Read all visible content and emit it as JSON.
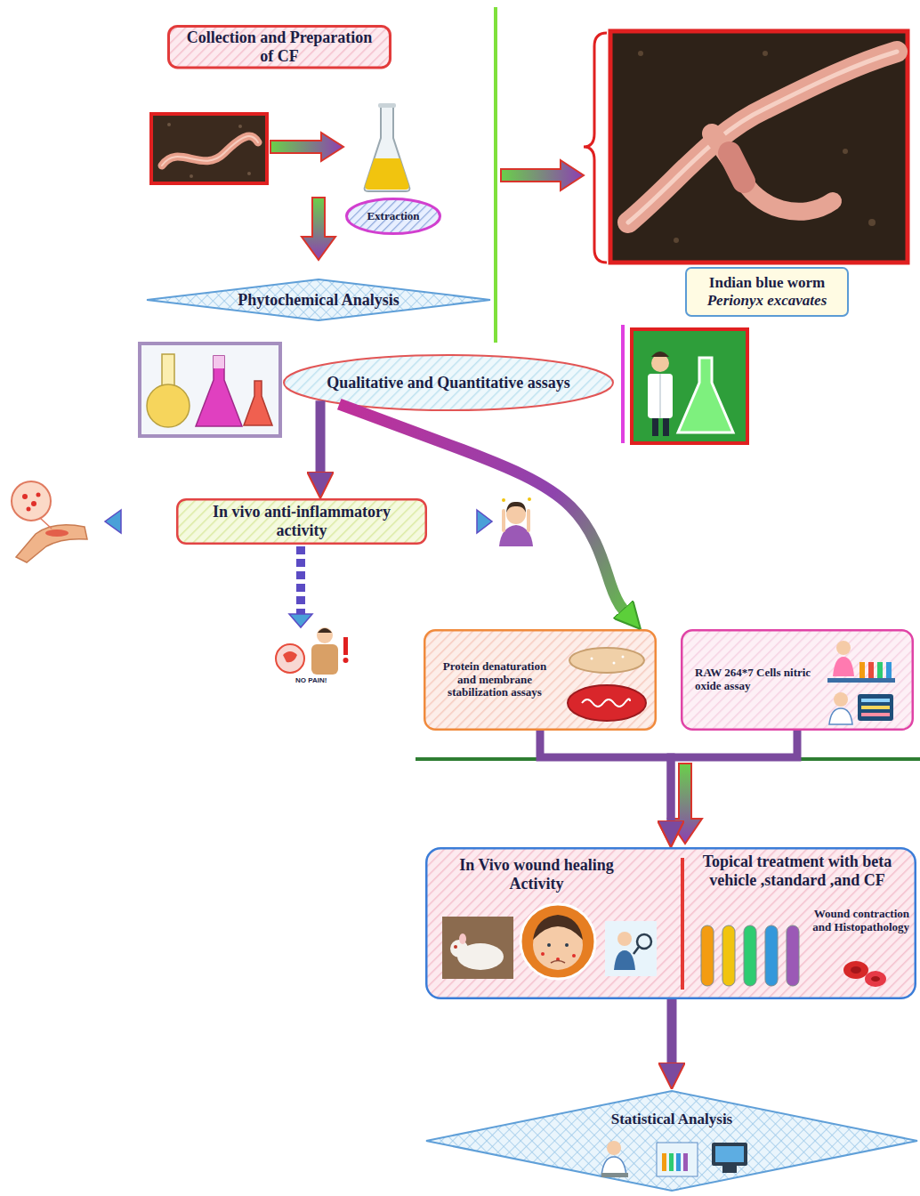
{
  "diagram": {
    "nodes": [
      {
        "text": [
          "Collection and Preparation of CF"
        ]
      },
      {
        "text": [
          "Extraction"
        ]
      },
      {
        "text": [
          "Phytochemical Analysis"
        ]
      },
      {
        "text": [
          "Indian blue worm",
          "Perionyx excavates"
        ]
      },
      {
        "text": [
          "Qualitative and Quantitative assays"
        ]
      },
      {
        "text": [
          "In vivo anti-inflammatory activity"
        ]
      },
      {
        "text": [
          "Protein denaturation and membrane stabilization assays"
        ]
      },
      {
        "text": [
          "RAW 264*7 Cells nitric oxide assay"
        ]
      },
      {
        "text": [
          "In Vivo wound healing Activity",
          "Topical treatment with beta vehicle ,standard ,and CF",
          "Wound contraction and Histopathology"
        ]
      },
      {
        "text": [
          "Statistical Analysis"
        ]
      }
    ],
    "edges": [
      {
        "from": 4,
        "to": 5,
        "arrow": "to"
      },
      {
        "from": 4,
        "to": 6,
        "arrow": "to"
      },
      {
        "from": 6,
        "to": 8,
        "arrow": "to"
      },
      {
        "from": 7,
        "to": 8,
        "arrow": "to"
      },
      {
        "from": 8,
        "to": 9,
        "arrow": "to"
      }
    ],
    "labels": [
      "NO PAIN!"
    ]
  }
}
